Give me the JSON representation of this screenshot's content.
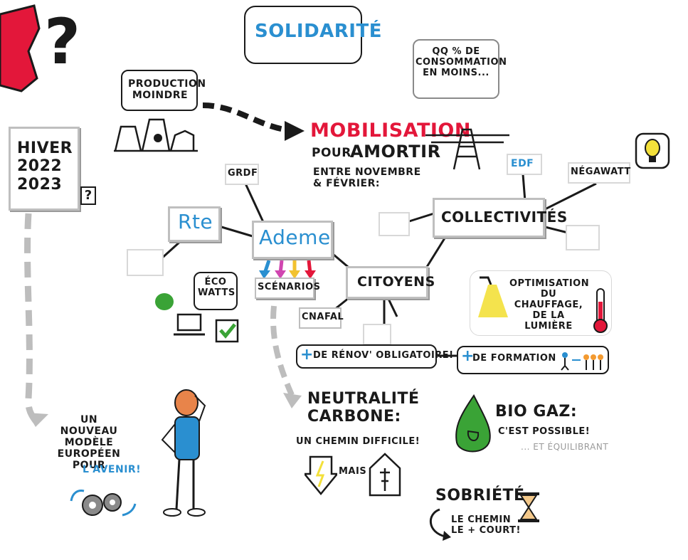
{
  "colors": {
    "red": "#e3173a",
    "blue": "#2a8fd0",
    "green": "#3aa336",
    "ink": "#1a1a1a",
    "grey": "#bdbdbd",
    "yellow": "#f3e03a"
  },
  "title_question": "?",
  "hiver": {
    "text": "HIVER\n2022\n2023",
    "question": "?"
  },
  "production": {
    "text": "PRODUCTION\nMOINDRE"
  },
  "solidarite": {
    "text": "SOLIDARITÉ"
  },
  "consommation": {
    "text": "QQ % DE\nCONSOMMATION\nEN MOINS..."
  },
  "mobilisation": {
    "title": "MOBILISATION",
    "pour": "POUR",
    "amortir": "AMORTIR",
    "period": "ENTRE NOVEMBRE\n& FÉVRIER:"
  },
  "nodes": {
    "rte": "Rte",
    "ademe": "Ademe",
    "grdf": "GRDF",
    "collectivites": "COLLECTIVITÉS",
    "edf": "EDF",
    "negawatt": "NÉGAWATT",
    "citoyens": "CITOYENS",
    "cnafal": "CNAFAL",
    "scenarios": "SCÉNARIOS"
  },
  "ecowatts": {
    "text": "ÉCO\nWATTS"
  },
  "optimisation": {
    "text": "OPTIMISATION\nDU CHAUFFAGE,\nDE LA LUMIÈRE"
  },
  "renov": {
    "plus": "+",
    "text": "DE RÉNOV' OBLIGATOIRE!"
  },
  "formation": {
    "plus": "+",
    "text": "DE FORMATION"
  },
  "neutralite": {
    "title": "NEUTRALITÉ\nCARBONE:",
    "sub": "UN CHEMIN DIFFICILE!",
    "mais": "MAIS"
  },
  "biogaz": {
    "title": "BIO GAZ:",
    "line1": "C'EST POSSIBLE!",
    "line2": "... ET ÉQUILIBRANT"
  },
  "modele": {
    "text": "UN NOUVEAU\nMODÈLE\nEUROPÉEN\nPOUR",
    "avenir": "L'AVENIR!"
  },
  "sobriete": {
    "title": "SOBRIÉTÉ",
    "sub": "LE CHEMIN\nLE + COURT!"
  }
}
